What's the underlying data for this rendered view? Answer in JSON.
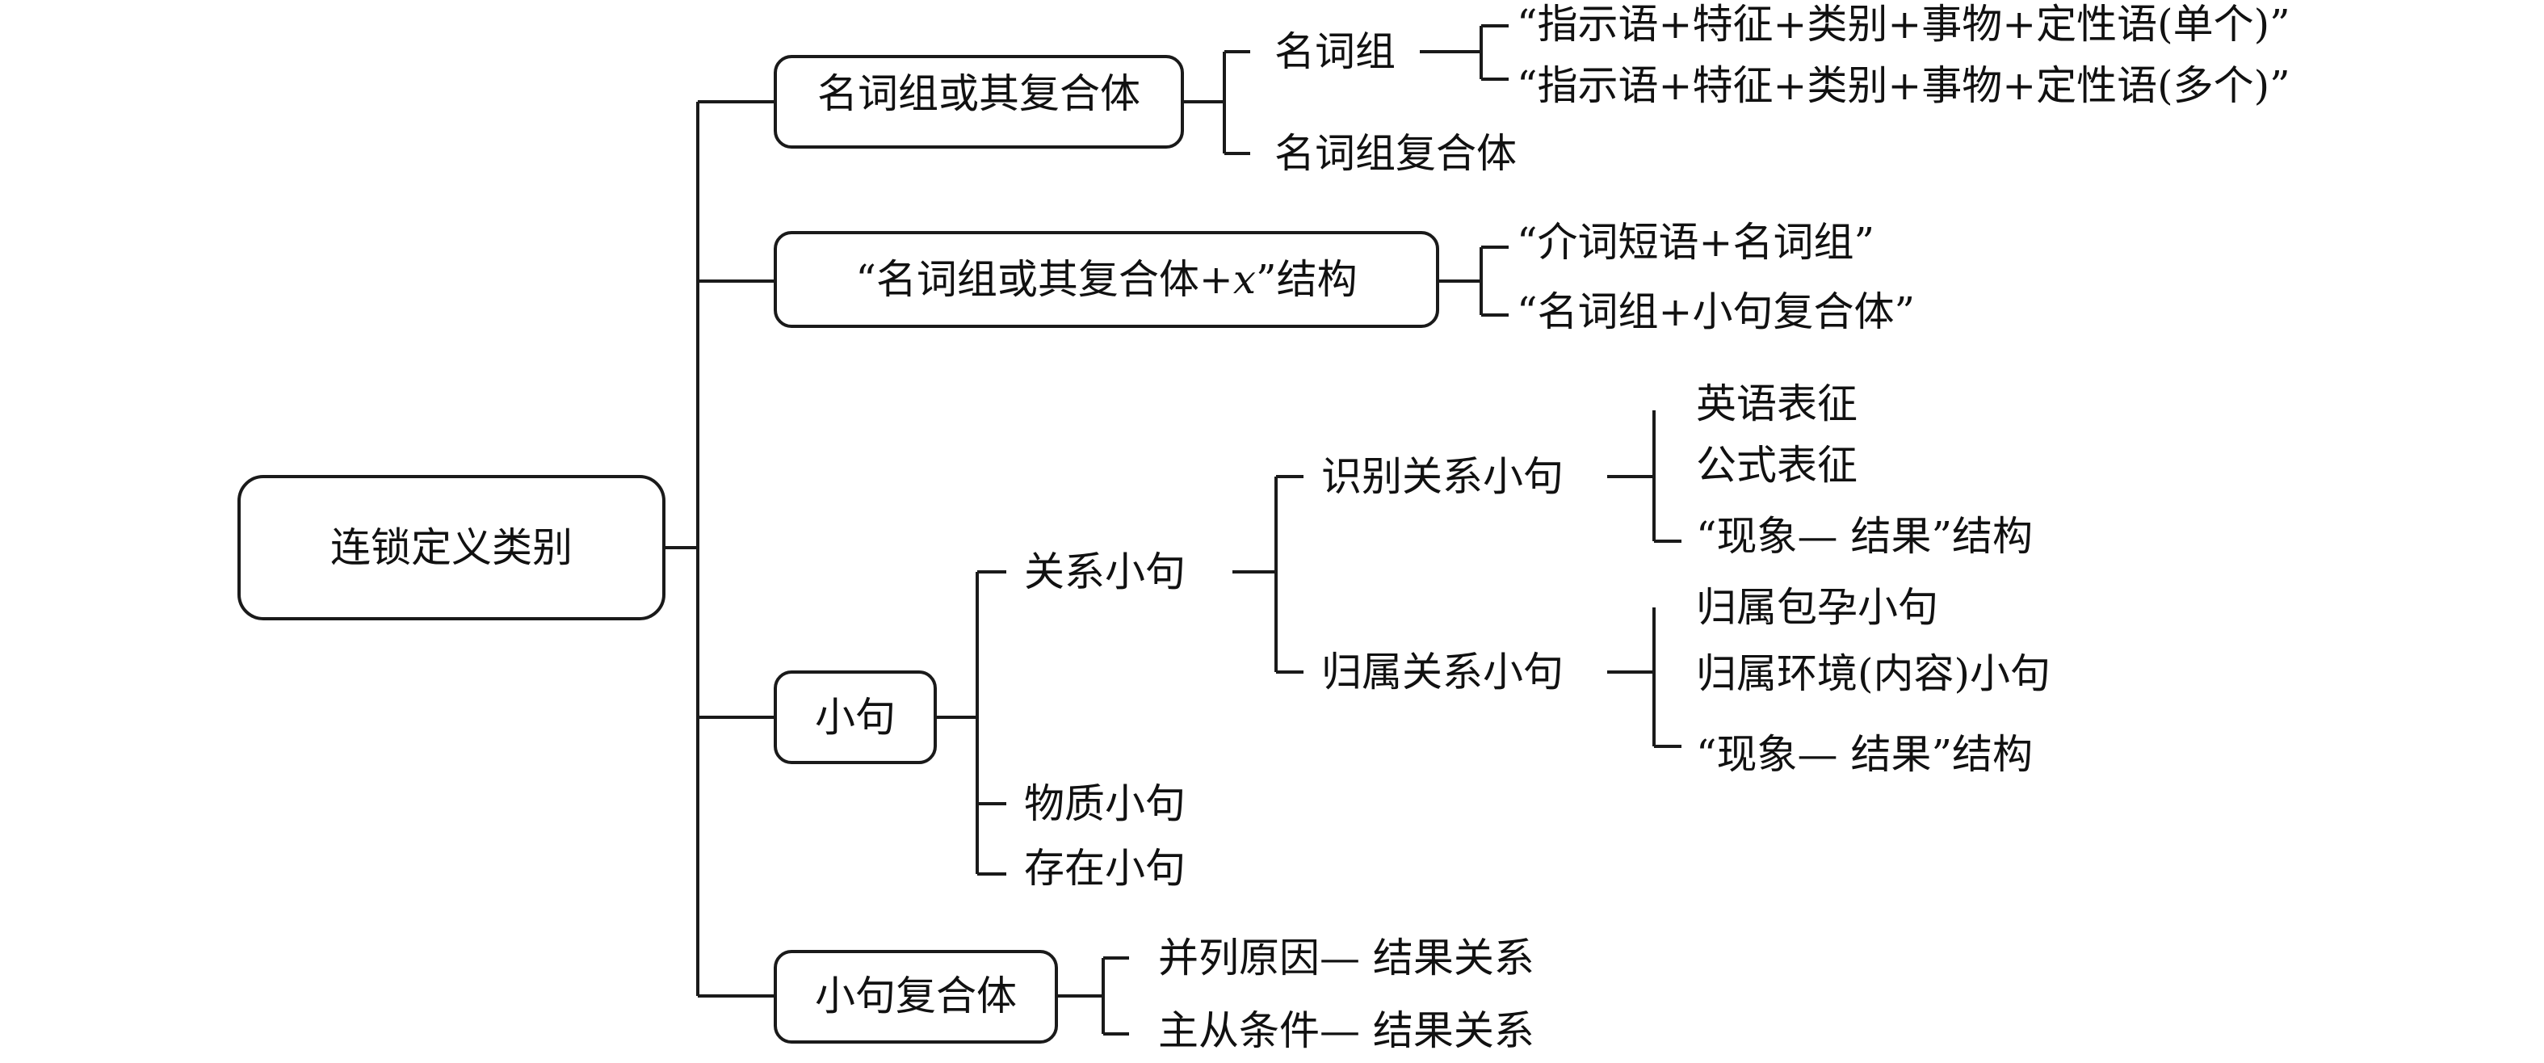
{
  "root": {
    "label": "连锁定义类别"
  },
  "branches": {
    "noun_group_complex": {
      "label": "名词组或其复合体",
      "noun_group": {
        "label": "名词组",
        "single": "“指示语+特征+类别+事物+定性语(单个)”",
        "multiple": "“指示语+特征+类别+事物+定性语(多个)”"
      },
      "noun_group_compound": {
        "label": "名词组复合体"
      }
    },
    "noun_group_x": {
      "label_prefix": "“名词组或其复合体+",
      "label_var": "x",
      "label_suffix": "”结构",
      "prep_phrase": "“介词短语+名词组”",
      "clause_complex": "“名词组+小句复合体”"
    },
    "clause": {
      "label": "小句",
      "relational": {
        "label": "关系小句",
        "identifying": {
          "label": "识别关系小句",
          "items": [
            "英语表征",
            "公式表征",
            "“现象— 结果”结构"
          ]
        },
        "attributive": {
          "label": "归属关系小句",
          "items": [
            "归属包孕小句",
            "归属环境(内容)小句",
            "“现象— 结果”结构"
          ]
        }
      },
      "material": {
        "label": "物质小句"
      },
      "existential": {
        "label": "存在小句"
      }
    },
    "clause_complex": {
      "label": "小句复合体",
      "parallel": "并列原因— 结果关系",
      "hypotactic": "主从条件— 结果关系"
    }
  }
}
